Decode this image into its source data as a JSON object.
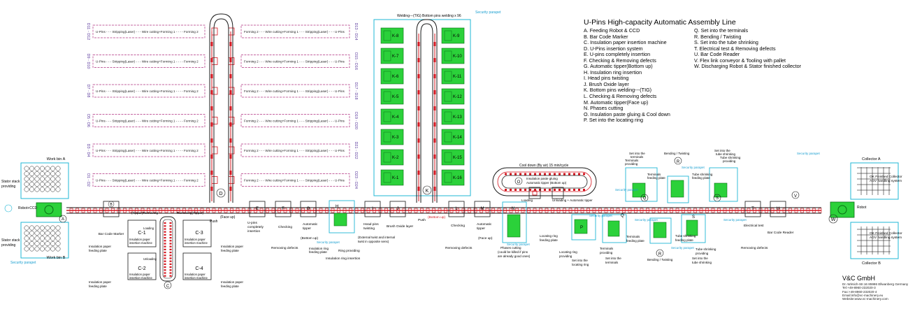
{
  "legend": {
    "title": "U-Pins High-capacity Automatic Assembly Line",
    "col1": [
      "A. Feeding Robot & CCD",
      "B. Bar Code Marker",
      "C. Insulation paper insertion machine",
      "D. U-Pins insertion system",
      "E. U-pins completely insertion",
      "F. Checking & Removing defects",
      "G. Automatic tipper(Bottom up)",
      "H. Insulation ring insertion",
      "I. Head pins twisting",
      "J. Brush Oxide layer",
      "K. Bottom pins welding---(TIG)",
      "L. Checking & Removing defects",
      "M. Automatic tipper(Face up)",
      "N. Phases cutting",
      "O. Insulation paste gluing & Cool down",
      "P. Set into the locating ring"
    ],
    "col2": [
      "Q. Set into the terminals",
      "R. Bending / Twisting",
      "S. Set into the tube shrinking",
      "T. Electrical test & Removing defects",
      "U. Bar Code Reader",
      "V. Flex link conveyor & Tooling with pallet",
      "W. Discharging Robot & Stator finished collector"
    ]
  },
  "company": {
    "name": "V&C GmbH",
    "lines": [
      "Dr.-Wirsich-Str.16 85986 Ellwanberg Germany",
      "Tel:+49-8960-232020-3",
      "Fax:+49-8960-232020-4",
      "Email:info@vc-machinery.eu",
      "Website:www.vc-machinery.com"
    ]
  },
  "stations": {
    "work_bin_a": "Work bin A",
    "work_bin_b": "Work bin B",
    "stator_stack_top": [
      "Stator stack",
      "providing"
    ],
    "stator_stack_bottom": [
      "Stator stack",
      "providing"
    ],
    "robot_ccd": "Robot+CCD",
    "security_parapet": "Security parapet",
    "bar_code_marker": "Bar Code Marker",
    "tipper_removing": "(Tipper)Removing",
    "removing_tipper": "Removing(Tipper)",
    "face_up": "(Face up)",
    "push": "Push",
    "push2": "Push",
    "bottom_up_k": "(Bottom up)",
    "u_pins_insertion": [
      "U-pins",
      "completely",
      "insertion"
    ],
    "checking": "Checking",
    "removing_defects": "Removing defects",
    "automatic_tipper": [
      "Automatic",
      "tipper"
    ],
    "bottom_up": "(Bottom up)",
    "insulation_ring_feeding": [
      "Insulation ring",
      "feeding plate"
    ],
    "ring_providing": "Ring providing",
    "insulation_ring_insertion": "Insulation ring insertion",
    "head_pins_twisting": [
      "Head pins",
      "twisting"
    ],
    "brush_oxide": "Brush Oxide layer",
    "external_twist": [
      "(External twist and internal",
      "twist in opposite sens)"
    ],
    "welding_title": "Welding---(TIG)  Bottom pins welding x 96",
    "checking2": "Checking",
    "removing_defects2": "Removing defects",
    "auto_tipper2": [
      "Automatic",
      "tipper"
    ],
    "face_up2": "(Face up)",
    "phases_cutting": [
      "Phases cutting",
      "(could be killed if pins",
      "are already good ones)"
    ],
    "cool_down": "Cool down (By air)  15 min/cycle",
    "insulation_paste": [
      "Insulation paste gluing",
      "Automatic tipper (Bottom up)"
    ],
    "loading": "Loading",
    "unloading_tipper": "Unloading + Automatic tipper",
    "locating_ring_feeding": [
      "Locating ring",
      "feeding plate"
    ],
    "locating_ring_providing": [
      "Locating ring",
      "providing"
    ],
    "set_locating_ring": [
      "Set into the",
      "locating ring"
    ],
    "terminals_providing": [
      "Set into the",
      "terminals",
      "Terminals",
      "providing"
    ],
    "terminals_feeding": [
      "Terminals",
      "feeding plate"
    ],
    "terminals_feeding2": [
      "Terminals",
      "feeding plate"
    ],
    "terminals_providing2": [
      "Terminals",
      "providing"
    ],
    "set_terminals2": [
      "Set into the",
      "terminals"
    ],
    "bending_top": "Bending / Twisting",
    "bending_bottom": "Bending / Twisting",
    "tube_set_top": [
      "Set into the",
      "tube shrinking",
      "Tube shrinking",
      "providing"
    ],
    "tube_feeding_top": [
      "Tube shrinking",
      "feeding plate"
    ],
    "tube_feeding_bottom": [
      "Tube shrinking",
      "feeding plate"
    ],
    "tube_providing_bottom": [
      "Tube shrinking",
      "providing"
    ],
    "tube_set_bottom": [
      "Set into the",
      "tube shrinking"
    ],
    "electrical_test": "Electrical test",
    "removing_defects3": "Removing defects",
    "bar_code_reader": "Bar Code Reader",
    "collector_a": "Collector A",
    "collector_b": "Collector B",
    "robot": "Robot",
    "ok_finished_top": [
      "OK Finished Collector",
      "AGV handling system"
    ],
    "ok_finished_bottom": [
      "OK Finished Collector",
      "AGV handling system"
    ],
    "paper_feeding": [
      "Insulation paper",
      "feeding plate"
    ],
    "paper_insertion_machine": [
      "Insulation paper",
      "insertion machine"
    ],
    "loading_small": "Loading",
    "unloading_small": "Unloading"
  },
  "pin_rows": {
    "left_row_labels": [
      "U-Pins - - - Stripping(Laser) - - - Wire cutting+Forming 1 - - - - Forming 2",
      "U-Pins - - - Stripping(Laser) - - - Wire cutting+Forming 1 - - - - Forming 2",
      "U-Pins - - - Stripping(Laser) - - - Wire cutting+Forming 1 - - - - Forming 2",
      "U-Pins - - - Stripping(Laser) - - - Wire cutting+Forming 1 - - - - Forming 2",
      "U-Pins - - - Stripping(Laser) - - - Wire cutting+Forming 1 - - - - Forming 2",
      "U-Pins - - - Stripping(Laser) - - - Wire cutting+Forming 1 - - - - Forming 2"
    ],
    "right_row_labels": [
      "Forming 2 - - - Wire cutting+Forming 1 - - - Stripping(Laser) - - - U-Pins",
      "Forming 2 - - - Wire cutting+Forming 1 - - - Stripping(Laser) - - - U-Pins",
      "Forming 2 - - - Wire cutting+Forming 1 - - - Stripping(Laser) - - - U-Pins",
      "Forming 2 - - - Wire cutting+Forming 1 - - - Stripping(Laser) - - - U-Pins",
      "Forming 2 - - - Wire cutting+Forming 1 - - - Stripping(Laser) - - - U-Pins",
      "Forming 2 - - - Wire cutting+Forming 1 - - - Stripping(Laser) - - - U-Pins"
    ],
    "left_ids": [
      "D11 - D12",
      "D9 - D10",
      "D7 - D8",
      "D5 - D6",
      "D3 - D4",
      "D1 - D2"
    ],
    "right_ids": [
      "D13 - D14",
      "D15 - D16",
      "D17 - D18",
      "D19 - D20",
      "D21 - D22",
      "D23 - D24"
    ]
  },
  "welders": {
    "left": [
      "K-8",
      "K-7",
      "K-6",
      "K-5",
      "K-4",
      "K-3",
      "K-2",
      "K-1"
    ],
    "right": [
      "K-9",
      "K-10",
      "K-11",
      "K-12",
      "K-13",
      "K-14",
      "K-15",
      "K-16"
    ]
  },
  "letters": [
    "A",
    "B",
    "C",
    "D",
    "E",
    "F",
    "G",
    "H",
    "I",
    "J",
    "K",
    "L",
    "M",
    "N",
    "O",
    "P",
    "Q",
    "R",
    "S",
    "T",
    "U",
    "V",
    "W"
  ],
  "sub_machines": [
    "C-1",
    "C-2",
    "C-3",
    "C-4"
  ],
  "colors": {
    "conveyor": "#d4141e",
    "line": "#1a1a1a",
    "pin_row": "#b03080",
    "cyan": "#1fb7d6",
    "green": "#2bd13a",
    "security": "#1a9fd0"
  }
}
